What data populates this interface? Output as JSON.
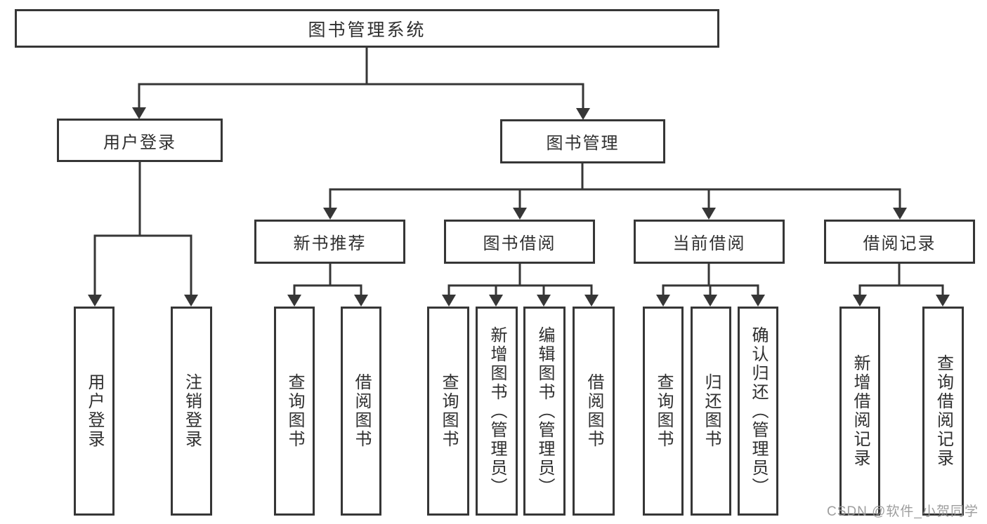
{
  "diagram": {
    "root": "图书管理系统",
    "level2": [
      {
        "label": "用户登录",
        "children": [
          "用户登录",
          "注销登录"
        ]
      },
      {
        "label": "图书管理"
      }
    ],
    "level3": [
      {
        "label": "新书推荐",
        "children": [
          "查询图书",
          "借阅图书"
        ]
      },
      {
        "label": "图书借阅",
        "children": [
          "查询图书",
          "新增图书（管理员）",
          "编辑图书（管理员）",
          "借阅图书"
        ]
      },
      {
        "label": "当前借阅",
        "children": [
          "查询图书",
          "归还图书",
          "确认归还（管理员）"
        ]
      },
      {
        "label": "借阅记录",
        "children": [
          "新增借阅记录",
          "查询借阅记录"
        ]
      }
    ]
  },
  "colors": {
    "line": "#363636",
    "text": "#2f2f2f",
    "watermark": "#969696"
  },
  "watermark": "CSDN @软件_小贺同学"
}
